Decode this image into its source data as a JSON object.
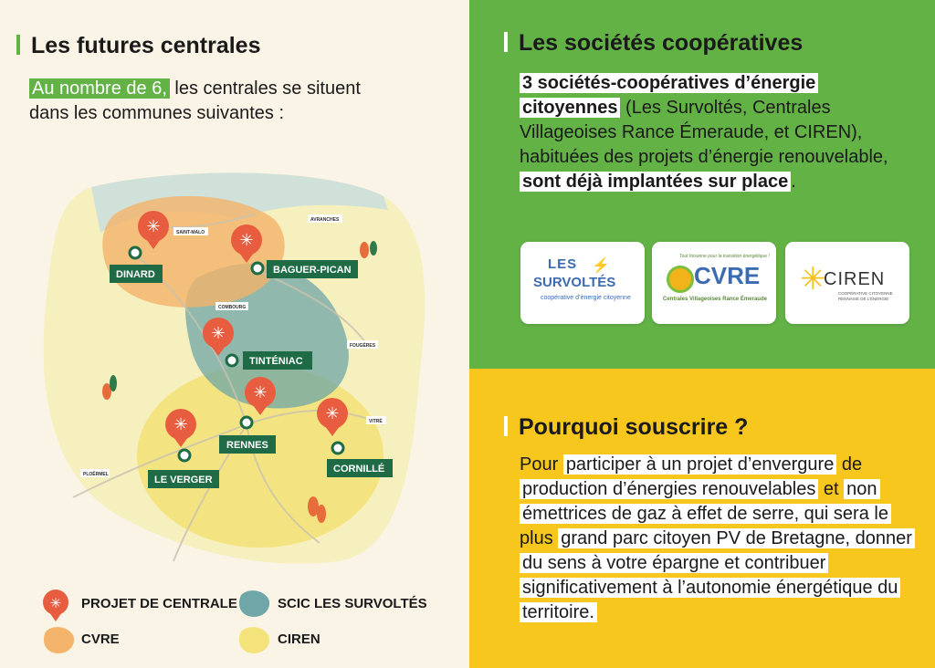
{
  "left": {
    "title": "Les futures centrales",
    "intro_highlight": "Au nombre de 6,",
    "intro_rest": " les centrales se situent dans les communes suivantes :",
    "map": {
      "plants": [
        "DINARD",
        "BAGUER-PICAN",
        "TINTÉNIAC",
        "RENNES",
        "LE VERGER",
        "CORNILLÉ"
      ],
      "towns": [
        "SAINT-MALO",
        "AVRANCHES",
        "COMBOURG",
        "FOUGÈRES",
        "VITRÉ",
        "PLOËRMEL"
      ]
    },
    "legend": {
      "projet": "PROJET DE CENTRALE",
      "cvre": "CVRE",
      "scic": "SCIC LES SURVOLTÉS",
      "ciren": "CIREN"
    }
  },
  "right_top": {
    "title": "Les sociétés coopératives",
    "p1_hl": "3 sociétés-coopératives d’énergie citoyennes",
    "p1_plain": " (Les Survoltés, Centrales Villageoises Rance Émeraude, et CIREN), habituées des projets d’énergie renouvelable, ",
    "p1_hl2": "sont déjà implantées sur place",
    "p1_end": ".",
    "logos": {
      "survoltes_line1": "LES",
      "survoltes_line2": "SURVOLTÉS",
      "survoltes_sub": "coopérative d’énergie citoyenne",
      "cvre_tag": "Tout foisonne pour la transition énergétique !",
      "cvre_name": "CVRE",
      "cvre_sub": "Centrales Villageoises Rance Émeraude",
      "ciren_name": "CIREN",
      "ciren_sub": "COOPÉRATIVE CITOYENNE RENNAISE DE L’ÉNERGIE"
    }
  },
  "right_bottom": {
    "title": "Pourquoi souscrire ?",
    "s1": "Pour ",
    "s2": "participer à un projet d’envergure",
    "s3": " de ",
    "s4": "production d’énergies renouvelables",
    "s5": " et ",
    "s6": "non émettrices de gaz à effet de serre, qui sera le",
    "s7": " plus ",
    "s8": "grand parc citoyen PV de Bretagne, donner du sens à votre épargne et contribuer significativement à l’autonomie énergétique du territoire."
  },
  "colors": {
    "green": "#63b246",
    "yellow": "#f7c71d",
    "dark_green": "#1e6b45",
    "marker_red": "#e85d3f",
    "cvre_orange": "#f3b36a",
    "scic_blue": "#6fa6a7",
    "ciren_yellow": "#f4e27a"
  }
}
